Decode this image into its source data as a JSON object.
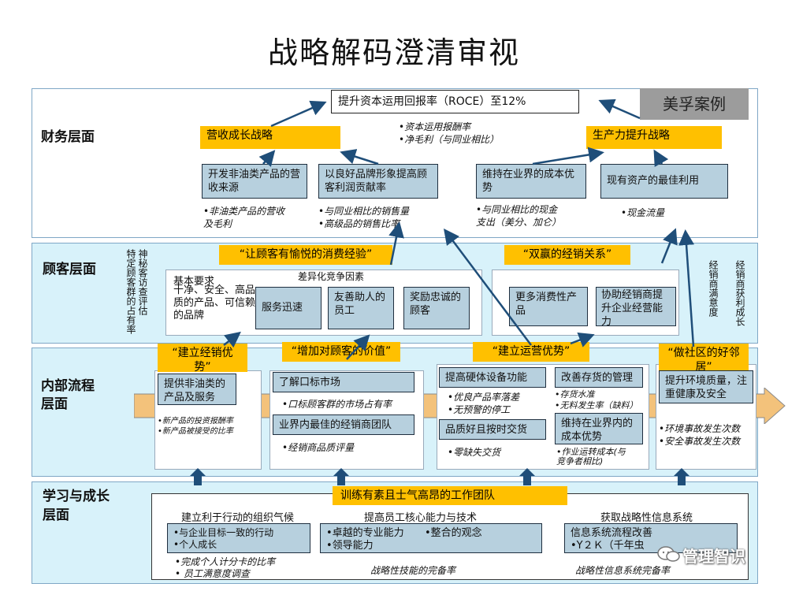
{
  "title": "战略解码澄清审视",
  "case_label": "美孚案例",
  "watermark": "管理智识",
  "financial": {
    "label": "财务层面",
    "goal": "提升资本运用回报率（ROCE）至12%",
    "goal_metrics": [
      "•资本运用报酬率",
      "•净毛利（与同业相比）"
    ],
    "strategy_left": "营收成长战略",
    "strategy_right": "生产力提升战略",
    "boxes": [
      "开发非油类产品的营收来源",
      "以良好品牌形象提高顾客利润贡献率",
      "维持在业界的成本优势",
      "现有资产的最佳利用"
    ],
    "metrics": [
      [
        "•非油类产品的营收",
        "及毛利"
      ],
      [
        "•与同业相比的销售量",
        "•高级品的销售比率"
      ],
      [
        "•与同业相比的现金",
        "支出（美分、加仑）"
      ],
      [
        "•现金流量"
      ]
    ]
  },
  "customer": {
    "label": "顾客层面",
    "left_vertical_1": "神秘客访查评估",
    "left_vertical_2": "特定顾客群的占有率",
    "right_vertical_1": "经销商获利成长",
    "right_vertical_2": "经销商满意度",
    "banner_left": "“让顾客有愉悦的消费经验”",
    "banner_right": "“双赢的经销关系”",
    "diff_label": "差异化竞争因素",
    "basic_title": "基本要求",
    "basic_text": "十净、安全、高品质的产品、可信赖的品牌",
    "boxes": [
      "服务迅速",
      "友善助人的员工",
      "奖励忠诚的顾客"
    ],
    "right_boxes": [
      "更多消费性产品",
      "协助经销商提升企业经营能力"
    ]
  },
  "internal": {
    "label_1": "内部流程",
    "label_2": "层面",
    "banners": [
      "“建立经销优势”",
      "“增加对顾客的价值”",
      "“建立运营优势”",
      "“做社区的好邻居”"
    ],
    "col1_box": "提供非油类的产品及服务",
    "col1_metrics": [
      "•新产品的投资报酬率",
      "•新产品被接受的比率"
    ],
    "col2_box1": "了解口标市场",
    "col2_metric1": "•口标顾客群的市场占有率",
    "col2_box2": "业界内最佳的经销商团队",
    "col2_metric2": "•经销商品质评量",
    "col3_box1": "提高硬体设备功能",
    "col3_metrics1": [
      "•优良产品率落差",
      "•无预警的停工"
    ],
    "col3_box2": "品质好且按时交货",
    "col3_metric2": "•零缺失交货",
    "col3_box3": "改善存货的管理",
    "col3_metrics3": [
      "•存货水准",
      "•无料发生率（缺料）"
    ],
    "col3_box4": "维持在业界内的成本优势",
    "col3_metrics4": [
      "•作业运转成本(与",
      "竞争者相比)"
    ],
    "col4_box": "提升环境质量，注重健康及安全",
    "col4_metrics": [
      "•环境事故发生次数",
      "•安全事故发生次数"
    ]
  },
  "learning": {
    "label_1": "学习与成长",
    "label_2": "层面",
    "banner": "训练有素且士气高昂的工作团队",
    "headers": [
      "建立利于行动的组织气候",
      "提高员工核心能力与技术",
      "获取战略性信息系统"
    ],
    "box1": [
      "•与企业目标一致的行动",
      "•个人成长"
    ],
    "box2_left": [
      "•卓越的专业能力",
      "•领导能力"
    ],
    "box2_right": "•整合的观念",
    "box3": [
      "信息系统流程改善",
      "•Y２Ｋ（千年虫"
    ],
    "metrics1": [
      "•完成个人计分卡的比率",
      "• 员工满意度调查"
    ],
    "metric2": "战略性技能的完备率",
    "metric3": "战略性信息系统完备率"
  }
}
